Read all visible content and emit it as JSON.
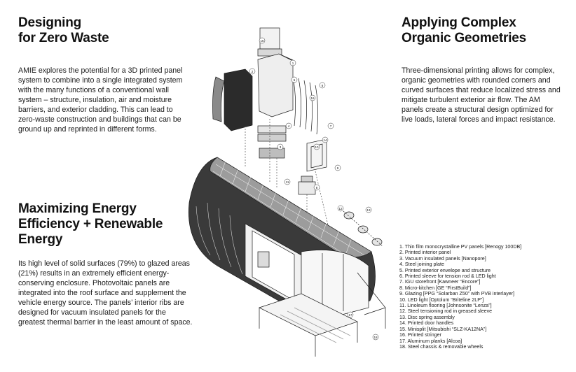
{
  "sections": {
    "zero_waste": {
      "heading_lines": [
        "Designing",
        "for Zero Waste"
      ],
      "body": "AMIE explores the potential for a 3D printed panel system to combine into a single integrated system with the many functions of a conventional wall system – structure, insulation, air and moisture barriers, and exterior cladding. This can lead to zero-waste construction and buildings that can be ground up and reprinted in different forms."
    },
    "organic": {
      "heading_lines": [
        "Applying Complex",
        "Organic Geometries"
      ],
      "body": "Three-dimensional printing allows for complex, organic geometries with rounded corners and curved surfaces that reduce localized stress and mitigate turbulent exterior air flow. The AM panels create a structural design optimized for live loads, lateral forces and impact resistance."
    },
    "energy": {
      "heading_lines": [
        "Maximizing Energy",
        "Efficiency + Renewable",
        "Energy"
      ],
      "body": "Its high level of solid surfaces (79%) to glazed areas (21%) results in an extremely efficient energy-conserving enclosure. Photovoltaic panels are integrated into the roof surface and supplement the vehicle energy source. The panels’ interior ribs are designed for vacuum insulated panels for the greatest thermal barrier in the least amount of space."
    }
  },
  "legend": [
    "1. Thin film monocrystalline PV panels [Renogy 100DB]",
    "2. Printed interior panel",
    "3. Vacuum insulated panels [Nanopore]",
    "4. Steel joining plate",
    "5. Printed exterior envelope and structure",
    "6. Printed sleeve for tension rod & LED light",
    "7. IGU storefront [Kawneer “Encore”]",
    "8. Micro-kitchen [GE “FirstBuild”]",
    "9. Glazing [PPG “Solarban Z50” with PVB interlayer]",
    "10. LED light [Optolum “Briteline 2LP”]",
    "11.  Linoleum flooring [Johnsonite “Lenza”]",
    "12. Steel tensioning rod in greased sleeve",
    "13. Disc spring assembly",
    "14. Printed door handles",
    "15. Minisplit [Mitsubishi “SLZ-KA12NA”]",
    "16. Printed stringer",
    "17. Aluminum planks [Alcoa]",
    "18. Steel chassis & removable wheels"
  ],
  "diagram": {
    "callouts": [
      "1",
      "2",
      "3",
      "4",
      "5",
      "6",
      "7",
      "8",
      "9",
      "10",
      "11",
      "12",
      "13",
      "14",
      "15",
      "16",
      "17",
      "18"
    ],
    "colors": {
      "line": "#1a1a1a",
      "dark": "#2b2b2b",
      "mid": "#8a8a8a",
      "light": "#d9d9d9"
    }
  }
}
